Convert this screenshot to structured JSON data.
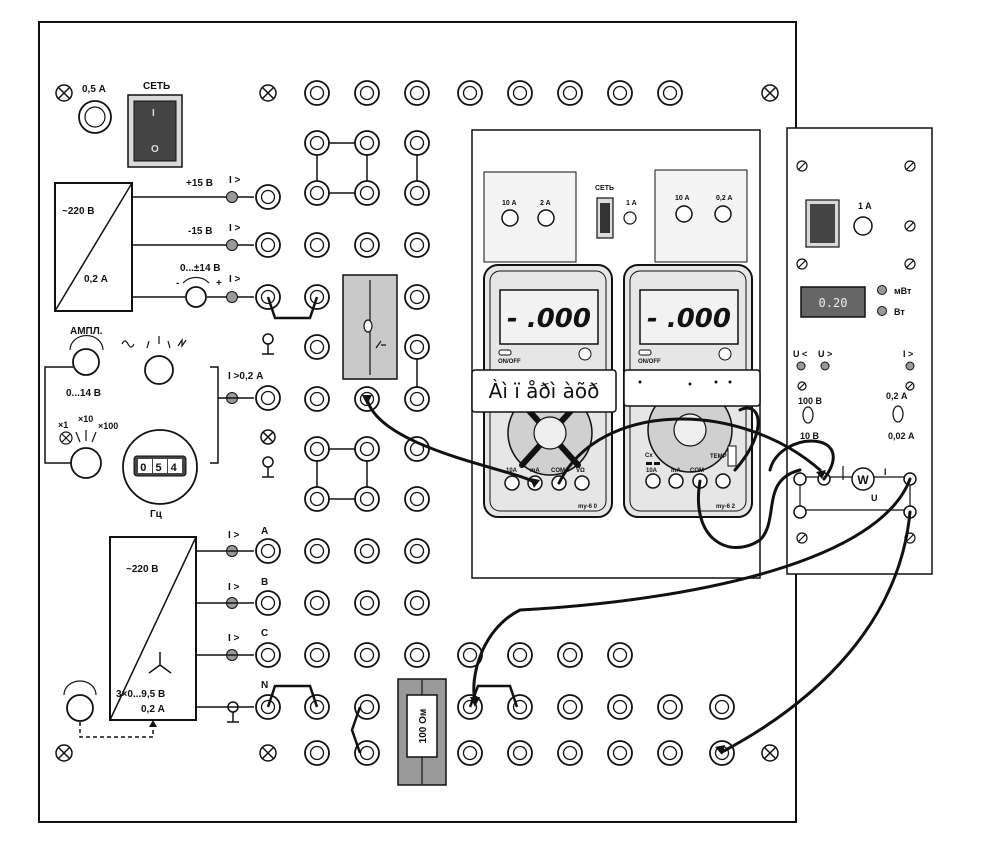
{
  "colors": {
    "panel": "#ffffff",
    "meter_body": "#e6e6e6",
    "display": "#f2f2f2",
    "wire": "#111111",
    "lamp": "#999999",
    "resistor": "#9a9a9a"
  },
  "fuse": {
    "label": "0,5 А"
  },
  "power_switch": {
    "label": "СЕТЬ",
    "on": "I",
    "off": "O"
  },
  "transformer": {
    "top": "~220 В",
    "bottom": "0,2 А"
  },
  "dc_outputs": [
    {
      "label": "+15 В",
      "indicator": "I >"
    },
    {
      "label": "-15 В",
      "indicator": "I >"
    },
    {
      "label": "0...±14 В",
      "indicator": "I >",
      "minus": "-",
      "plus": "+"
    }
  ],
  "generator": {
    "ampl_label": "АМПЛ.",
    "range": "0...14 В",
    "indicator": "I >0,2 А",
    "multipliers": [
      "×1",
      "×10",
      "×100"
    ],
    "frequency_display": "0 5 4",
    "freq_unit": "Гц"
  },
  "three_phase": {
    "top": "~220 В",
    "range": "3×0...9,5 В",
    "current": "0,2 А",
    "phases": [
      {
        "indicator": "I >",
        "label": "A"
      },
      {
        "indicator": "I >",
        "label": "B"
      },
      {
        "indicator": "I >",
        "label": "C"
      }
    ],
    "neutral": "N"
  },
  "resistor": {
    "label": "100 Ом"
  },
  "multimeter_stand": {
    "network_label": "СЕТЬ",
    "fuse_label": "1 A",
    "left_fuses": [
      "10 A",
      "2 A"
    ],
    "right_fuses": [
      "10 A",
      "0,2 A"
    ],
    "left_display": "- .000",
    "right_display": "- .000",
    "on_off": "ON/OFF",
    "left_terminals": [
      "10A",
      "mA",
      "COM",
      "VΩ"
    ],
    "right_terminals": [
      "10A",
      "mA",
      "COM",
      "TEMP"
    ],
    "cx_label": "Cx",
    "left_model": "my-6 0",
    "right_model": "my-6 2",
    "garbled_text": "Àì ï åðì àõð"
  },
  "wattmeter": {
    "fuse_label": "1 A",
    "display": "0.20",
    "unit_mw": "мВт",
    "unit_w": "Вт",
    "u_low": "U <",
    "u_high": "U >",
    "i_high": "I >",
    "voltage_hi": "100 В",
    "voltage_lo": "10 В",
    "current_hi": "0,2 А",
    "current_lo": "0,02 А",
    "symbol": "W",
    "i_mark": "I",
    "u_mark": "U"
  }
}
